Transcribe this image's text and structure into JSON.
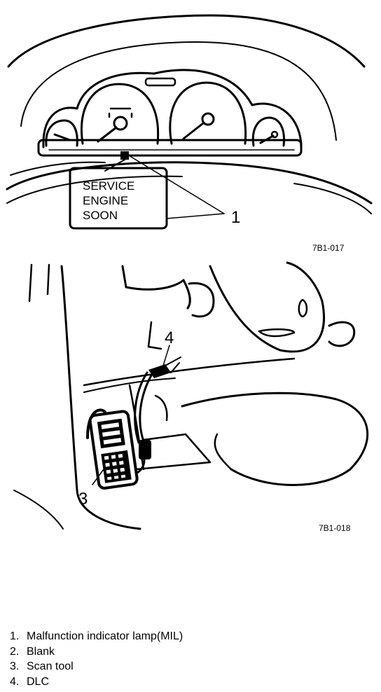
{
  "figure1": {
    "code": "7B1-017",
    "callout_lines": [
      "SERVICE",
      "ENGINE",
      "SOON"
    ],
    "callout_number": "1"
  },
  "figure2": {
    "code": "7B1-018",
    "label_dlc": "4",
    "label_scan_tool": "3"
  },
  "legend": [
    {
      "num": "1.",
      "text": "Malfunction indicator lamp(MIL)"
    },
    {
      "num": "2.",
      "text": "Blank"
    },
    {
      "num": "3.",
      "text": "Scan tool"
    },
    {
      "num": "4.",
      "text": "DLC"
    }
  ]
}
